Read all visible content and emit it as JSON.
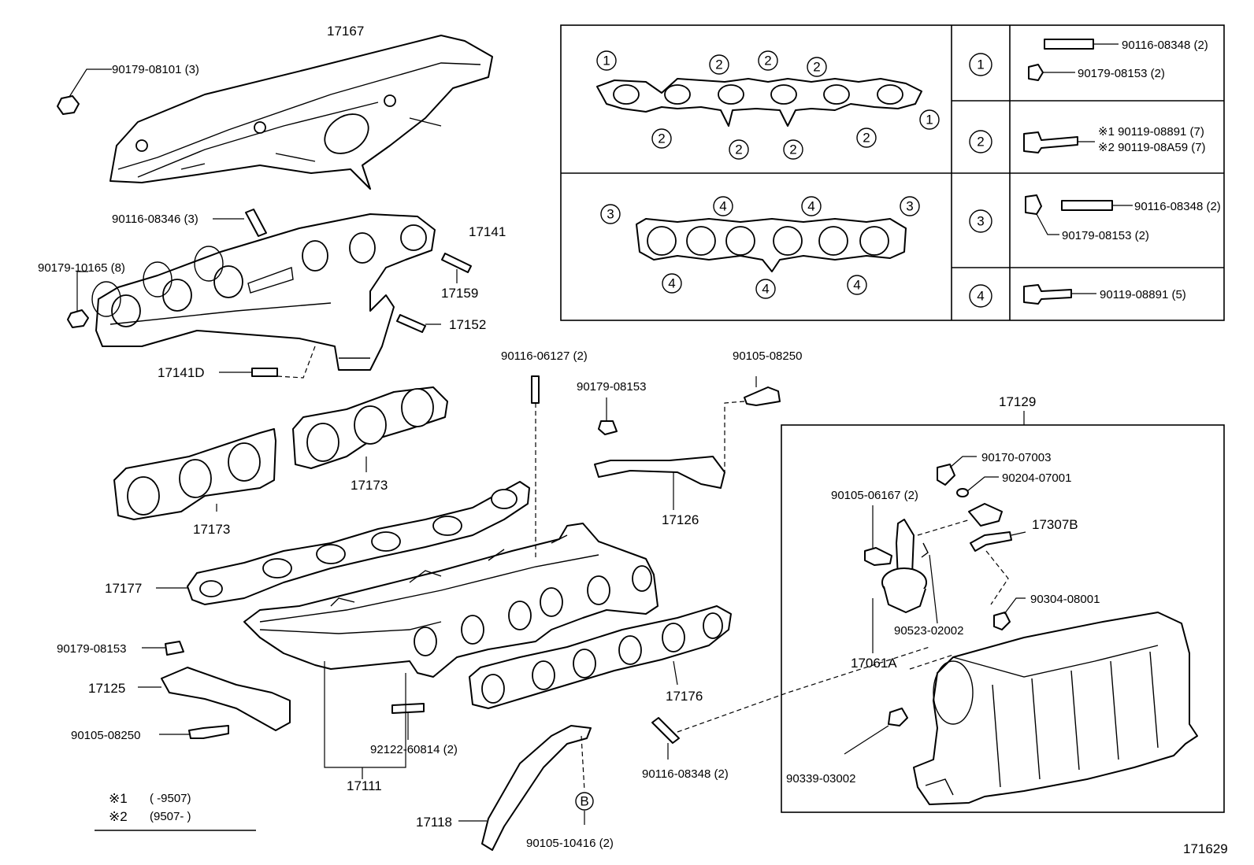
{
  "diagram_id": "171629",
  "labels": {
    "p17167": "17167",
    "p90179_08101": "90179-08101 (3)",
    "p90116_08346": "90116-08346 (3)",
    "p17141": "17141",
    "p90179_10165": "90179-10165 (8)",
    "p17159": "17159",
    "p17152": "17152",
    "p17141D": "17141D",
    "p17173a": "17173",
    "p17173b": "17173",
    "p17177": "17177",
    "p90179_08153a": "90179-08153",
    "p17125": "17125",
    "p90105_08250a": "90105-08250",
    "p92122": "92122-60814 (2)",
    "p17111": "17111",
    "p17118": "17118",
    "p90105_10416": "90105-10416 (2)",
    "p90116_06127": "90116-06127 (2)",
    "p90179_08153b": "90179-08153",
    "p90105_08250b": "90105-08250",
    "p17126": "17126",
    "p17176": "17176",
    "p90116_08348": "90116-08348 (2)",
    "p17129": "17129",
    "p90170": "90170-07003",
    "p90204": "90204-07001",
    "p90105_06167": "90105-06167 (2)",
    "p17307B": "17307B",
    "p90304": "90304-08001",
    "p90523": "90523-02002",
    "p17061A": "17061A",
    "p90339": "90339-03002",
    "marker_b": "B"
  },
  "note": {
    "m1": "※1",
    "r1": "(      -9507)",
    "m2": "※2",
    "r2": "(9507-      )"
  },
  "table": {
    "rows": [
      {
        "key": "1",
        "lines": [
          "90116-08348 (2)",
          "90179-08153 (2)"
        ]
      },
      {
        "key": "2",
        "lines": [
          "※1 90119-08891 (7)",
          "※2 90119-08A59 (7)"
        ]
      },
      {
        "key": "3",
        "lines": [
          "90116-08348 (2)",
          "90179-08153 (2)"
        ]
      },
      {
        "key": "4",
        "lines": [
          "90119-08891 (5)"
        ]
      }
    ]
  },
  "gasket_markers": {
    "top": [
      "1",
      "2",
      "2",
      "2",
      "1",
      "2",
      "2",
      "2",
      "2"
    ],
    "bottom": [
      "3",
      "4",
      "4",
      "3",
      "4",
      "4",
      "4"
    ]
  }
}
